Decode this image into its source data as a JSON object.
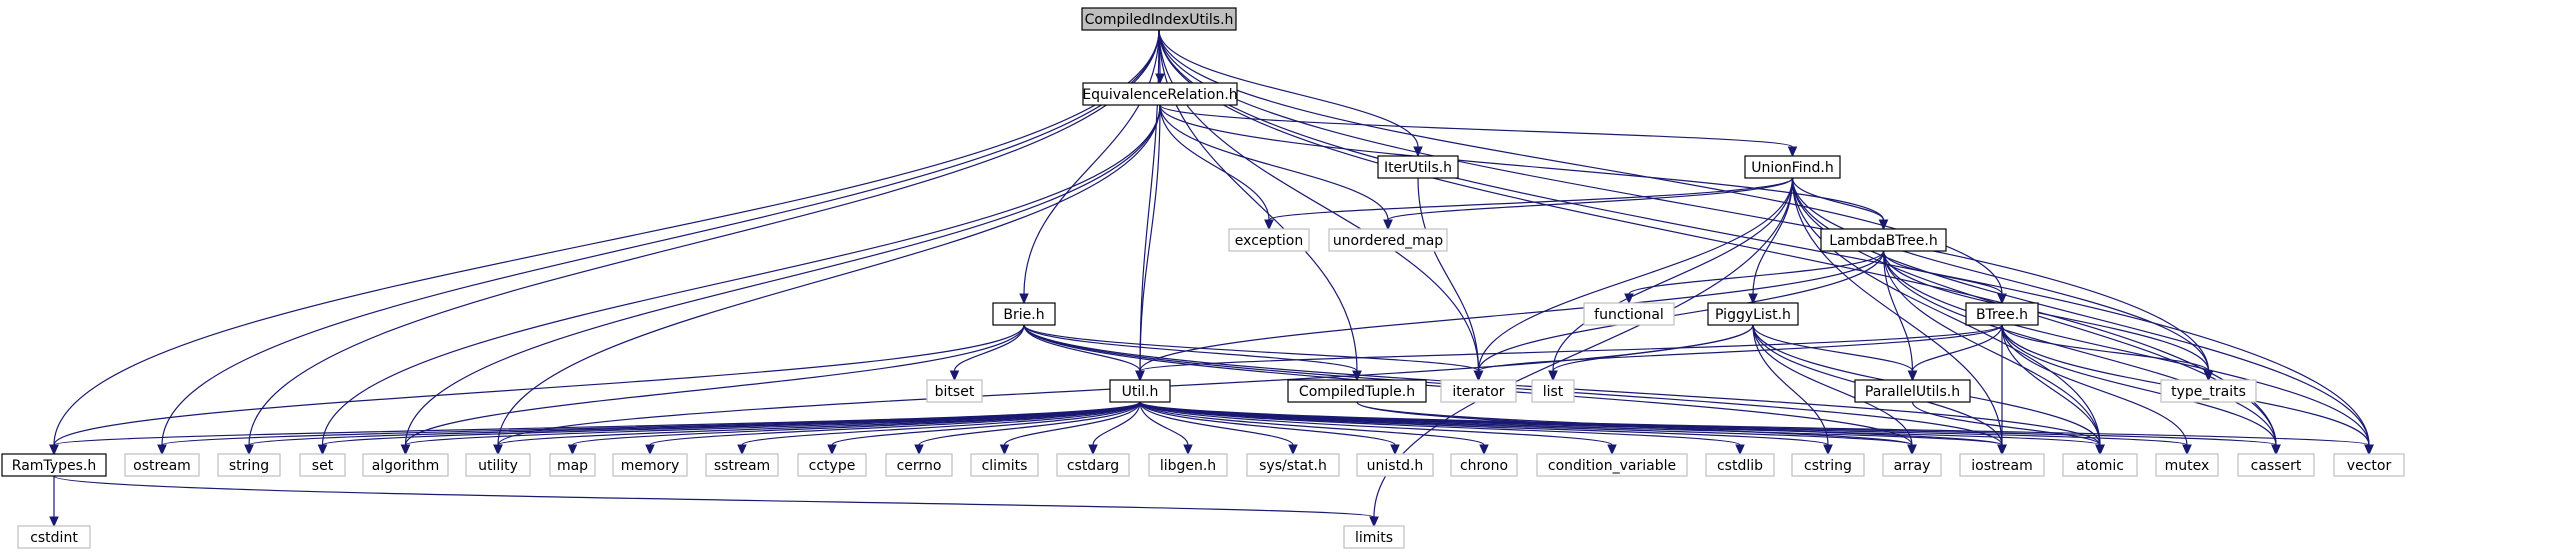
{
  "nodes": [
    {
      "id": "root",
      "label": "CompiledIndexUtils.h",
      "kind": "root",
      "interactable": true
    },
    {
      "id": "equiv",
      "label": "EquivalenceRelation.h",
      "kind": "local",
      "interactable": true
    },
    {
      "id": "iterutils",
      "label": "IterUtils.h",
      "kind": "local",
      "interactable": true
    },
    {
      "id": "unionfind",
      "label": "UnionFind.h",
      "kind": "local",
      "interactable": true
    },
    {
      "id": "lambdabtree",
      "label": "LambdaBTree.h",
      "kind": "local",
      "interactable": true
    },
    {
      "id": "brie",
      "label": "Brie.h",
      "kind": "local",
      "interactable": true
    },
    {
      "id": "piggylist",
      "label": "PiggyList.h",
      "kind": "local",
      "interactable": true
    },
    {
      "id": "btree",
      "label": "BTree.h",
      "kind": "local",
      "interactable": true
    },
    {
      "id": "compiledtuple",
      "label": "CompiledTuple.h",
      "kind": "local",
      "interactable": true
    },
    {
      "id": "parallelutils",
      "label": "ParallelUtils.h",
      "kind": "local",
      "interactable": true
    },
    {
      "id": "util",
      "label": "Util.h",
      "kind": "local",
      "interactable": true
    },
    {
      "id": "ramtypes",
      "label": "RamTypes.h",
      "kind": "local",
      "interactable": true
    },
    {
      "id": "exception",
      "label": "exception",
      "kind": "ext",
      "interactable": false
    },
    {
      "id": "unordered_map",
      "label": "unordered_map",
      "kind": "ext",
      "interactable": false
    },
    {
      "id": "functional",
      "label": "functional",
      "kind": "ext",
      "interactable": false
    },
    {
      "id": "bitset",
      "label": "bitset",
      "kind": "ext",
      "interactable": false
    },
    {
      "id": "iterator",
      "label": "iterator",
      "kind": "ext",
      "interactable": false
    },
    {
      "id": "list",
      "label": "list",
      "kind": "ext",
      "interactable": false
    },
    {
      "id": "type_traits",
      "label": "type_traits",
      "kind": "ext",
      "interactable": false
    },
    {
      "id": "ostream",
      "label": "ostream",
      "kind": "ext",
      "interactable": false
    },
    {
      "id": "string",
      "label": "string",
      "kind": "ext",
      "interactable": false
    },
    {
      "id": "set",
      "label": "set",
      "kind": "ext",
      "interactable": false
    },
    {
      "id": "algorithm",
      "label": "algorithm",
      "kind": "ext",
      "interactable": false
    },
    {
      "id": "utility",
      "label": "utility",
      "kind": "ext",
      "interactable": false
    },
    {
      "id": "map",
      "label": "map",
      "kind": "ext",
      "interactable": false
    },
    {
      "id": "memory",
      "label": "memory",
      "kind": "ext",
      "interactable": false
    },
    {
      "id": "sstream",
      "label": "sstream",
      "kind": "ext",
      "interactable": false
    },
    {
      "id": "cctype",
      "label": "cctype",
      "kind": "ext",
      "interactable": false
    },
    {
      "id": "cerrno",
      "label": "cerrno",
      "kind": "ext",
      "interactable": false
    },
    {
      "id": "climits",
      "label": "climits",
      "kind": "ext",
      "interactable": false
    },
    {
      "id": "cstdarg",
      "label": "cstdarg",
      "kind": "ext",
      "interactable": false
    },
    {
      "id": "libgen",
      "label": "libgen.h",
      "kind": "ext",
      "interactable": false
    },
    {
      "id": "sysstat",
      "label": "sys/stat.h",
      "kind": "ext",
      "interactable": false
    },
    {
      "id": "unistd",
      "label": "unistd.h",
      "kind": "ext",
      "interactable": false
    },
    {
      "id": "chrono",
      "label": "chrono",
      "kind": "ext",
      "interactable": false
    },
    {
      "id": "condvar",
      "label": "condition_variable",
      "kind": "ext",
      "interactable": false
    },
    {
      "id": "cstdlib",
      "label": "cstdlib",
      "kind": "ext",
      "interactable": false
    },
    {
      "id": "cstring",
      "label": "cstring",
      "kind": "ext",
      "interactable": false
    },
    {
      "id": "array",
      "label": "array",
      "kind": "ext",
      "interactable": false
    },
    {
      "id": "iostream",
      "label": "iostream",
      "kind": "ext",
      "interactable": false
    },
    {
      "id": "atomic",
      "label": "atomic",
      "kind": "ext",
      "interactable": false
    },
    {
      "id": "mutex",
      "label": "mutex",
      "kind": "ext",
      "interactable": false
    },
    {
      "id": "cassert",
      "label": "cassert",
      "kind": "ext",
      "interactable": false
    },
    {
      "id": "vector",
      "label": "vector",
      "kind": "ext",
      "interactable": false
    },
    {
      "id": "cstdint",
      "label": "cstdint",
      "kind": "ext",
      "interactable": false
    },
    {
      "id": "limits",
      "label": "limits",
      "kind": "ext",
      "interactable": false
    }
  ],
  "edges": [
    [
      "root",
      "equiv"
    ],
    [
      "root",
      "iterutils"
    ],
    [
      "root",
      "brie"
    ],
    [
      "root",
      "btree"
    ],
    [
      "root",
      "compiledtuple"
    ],
    [
      "root",
      "util"
    ],
    [
      "root",
      "ramtypes"
    ],
    [
      "root",
      "iterator"
    ],
    [
      "root",
      "type_traits"
    ],
    [
      "root",
      "ostream"
    ],
    [
      "root",
      "string"
    ],
    [
      "root",
      "cassert"
    ],
    [
      "root",
      "vector"
    ],
    [
      "equiv",
      "unionfind"
    ],
    [
      "equiv",
      "lambdabtree"
    ],
    [
      "equiv",
      "util"
    ],
    [
      "equiv",
      "exception"
    ],
    [
      "equiv",
      "unordered_map"
    ],
    [
      "equiv",
      "set"
    ],
    [
      "equiv",
      "algorithm"
    ],
    [
      "equiv",
      "utility"
    ],
    [
      "iterutils",
      "iterator"
    ],
    [
      "unionfind",
      "lambdabtree"
    ],
    [
      "unionfind",
      "piggylist"
    ],
    [
      "unionfind",
      "exception"
    ],
    [
      "unionfind",
      "unordered_map"
    ],
    [
      "unionfind",
      "iterator"
    ],
    [
      "unionfind",
      "list"
    ],
    [
      "unionfind",
      "type_traits"
    ],
    [
      "unionfind",
      "atomic"
    ],
    [
      "unionfind",
      "vector"
    ],
    [
      "unionfind",
      "limits"
    ],
    [
      "unionfind",
      "cassert"
    ],
    [
      "unionfind",
      "iostream"
    ],
    [
      "lambdabtree",
      "btree"
    ],
    [
      "lambdabtree",
      "parallelutils"
    ],
    [
      "lambdabtree",
      "util"
    ],
    [
      "lambdabtree",
      "functional"
    ],
    [
      "lambdabtree",
      "iterator"
    ],
    [
      "lambdabtree",
      "type_traits"
    ],
    [
      "lambdabtree",
      "vector"
    ],
    [
      "lambdabtree",
      "cassert"
    ],
    [
      "lambdabtree",
      "atomic"
    ],
    [
      "brie",
      "util"
    ],
    [
      "brie",
      "compiledtuple"
    ],
    [
      "brie",
      "ramtypes"
    ],
    [
      "brie",
      "bitset"
    ],
    [
      "brie",
      "iterator"
    ],
    [
      "brie",
      "algorithm"
    ],
    [
      "brie",
      "array"
    ],
    [
      "brie",
      "atomic"
    ],
    [
      "brie",
      "iostream"
    ],
    [
      "piggylist",
      "parallelutils"
    ],
    [
      "piggylist",
      "list"
    ],
    [
      "piggylist",
      "utility"
    ],
    [
      "piggylist",
      "array"
    ],
    [
      "piggylist",
      "atomic"
    ],
    [
      "piggylist",
      "iostream"
    ],
    [
      "piggylist",
      "cstring"
    ],
    [
      "btree",
      "parallelutils"
    ],
    [
      "btree",
      "util"
    ],
    [
      "btree",
      "iterator"
    ],
    [
      "btree",
      "type_traits"
    ],
    [
      "btree",
      "iostream"
    ],
    [
      "btree",
      "atomic"
    ],
    [
      "btree",
      "cassert"
    ],
    [
      "btree",
      "vector"
    ],
    [
      "btree",
      "mutex"
    ],
    [
      "compiledtuple",
      "iostream"
    ],
    [
      "compiledtuple",
      "array"
    ],
    [
      "parallelutils",
      "atomic"
    ],
    [
      "util",
      "ramtypes"
    ],
    [
      "util",
      "ostream"
    ],
    [
      "util",
      "string"
    ],
    [
      "util",
      "set"
    ],
    [
      "util",
      "algorithm"
    ],
    [
      "util",
      "utility"
    ],
    [
      "util",
      "map"
    ],
    [
      "util",
      "memory"
    ],
    [
      "util",
      "sstream"
    ],
    [
      "util",
      "cctype"
    ],
    [
      "util",
      "cerrno"
    ],
    [
      "util",
      "climits"
    ],
    [
      "util",
      "cstdarg"
    ],
    [
      "util",
      "libgen"
    ],
    [
      "util",
      "sysstat"
    ],
    [
      "util",
      "unistd"
    ],
    [
      "util",
      "chrono"
    ],
    [
      "util",
      "condvar"
    ],
    [
      "util",
      "cstdlib"
    ],
    [
      "util",
      "cstring"
    ],
    [
      "util",
      "array"
    ],
    [
      "util",
      "iostream"
    ],
    [
      "util",
      "atomic"
    ],
    [
      "util",
      "mutex"
    ],
    [
      "util",
      "cassert"
    ],
    [
      "util",
      "vector"
    ],
    [
      "ramtypes",
      "cstdint"
    ],
    [
      "ramtypes",
      "limits"
    ]
  ]
}
